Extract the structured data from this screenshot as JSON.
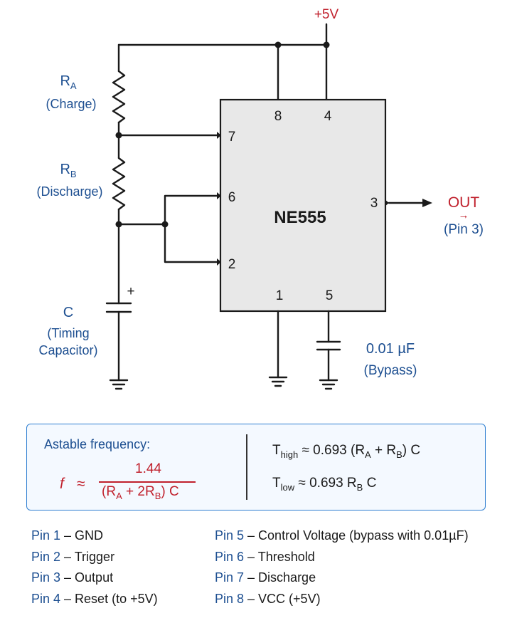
{
  "schematic": {
    "supply": "+5V",
    "ra_symbol": "R",
    "ra_sub": "A",
    "ra_role": "(Charge)",
    "rb_symbol": "R",
    "rb_sub": "B",
    "rb_role": "(Discharge)",
    "c_symbol": "C",
    "c_role_line1": "(Timing",
    "c_role_line2": "Capacitor)",
    "cap_plus": "+",
    "ic_name": "NE555",
    "pin_numbers": {
      "p8": "8",
      "p4": "4",
      "p7": "7",
      "p6": "6",
      "p2": "2",
      "p3": "3",
      "p1": "1",
      "p5": "5"
    },
    "out_label": "OUT",
    "out_arrow": "→",
    "out_pin": "(Pin 3)",
    "bypass_value": "0.01 µF",
    "bypass_role": "(Bypass)"
  },
  "formula": {
    "title": "Astable frequency:",
    "f_symbol": "f",
    "approx": "≈",
    "numerator": "1.44",
    "den_open": "(R",
    "den_a": "A",
    "den_mid": " + 2R",
    "den_b": "B",
    "den_close": ") C",
    "thigh_t": "T",
    "thigh_sub": "high",
    "thigh_rhs1": " ≈ 0.693 (R",
    "thigh_a": "A",
    "thigh_rhs2": " + R",
    "thigh_b": "B",
    "thigh_rhs3": ") C",
    "tlow_t": "T",
    "tlow_sub": "low",
    "tlow_rhs1": " ≈ 0.693 R",
    "tlow_b": "B",
    "tlow_rhs2": " C"
  },
  "pins": {
    "left": [
      {
        "name": "Pin 1",
        "sep": " – ",
        "desc": "GND"
      },
      {
        "name": "Pin 2",
        "sep": " – ",
        "desc": "Trigger"
      },
      {
        "name": "Pin 3",
        "sep": " – ",
        "desc": "Output"
      },
      {
        "name": "Pin 4",
        "sep": " – ",
        "desc": "Reset (to +5V)"
      }
    ],
    "right": [
      {
        "name": "Pin 5",
        "sep": " – ",
        "desc": "Control Voltage (bypass with 0.01µF)"
      },
      {
        "name": "Pin 6",
        "sep": " – ",
        "desc": "Threshold"
      },
      {
        "name": "Pin 7",
        "sep": " – ",
        "desc": "Discharge"
      },
      {
        "name": "Pin 8",
        "sep": " – ",
        "desc": "VCC (+5V)"
      }
    ]
  },
  "colors": {
    "label_blue": "#1d4f91",
    "accent_red": "#c0202c",
    "box_border": "#2f7fd1",
    "box_fill": "#f4f9ff",
    "wire": "#1a1a1a"
  }
}
